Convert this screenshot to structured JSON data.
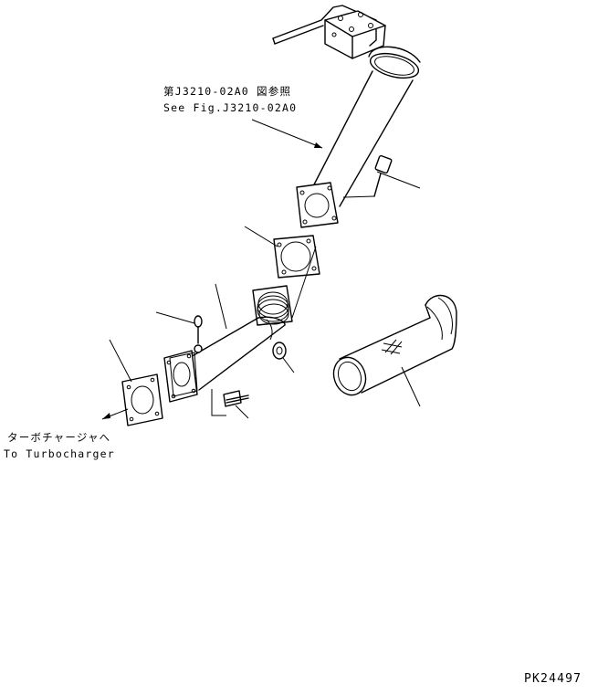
{
  "callouts": {
    "see_fig_jp": "第J3210-02A0 図参照",
    "see_fig_en": "See Fig.J3210-02A0",
    "to_turbo_jp": "ターボチャージャへ",
    "to_turbo_en": "To Turbocharger"
  },
  "drawing_code": "PK24497"
}
